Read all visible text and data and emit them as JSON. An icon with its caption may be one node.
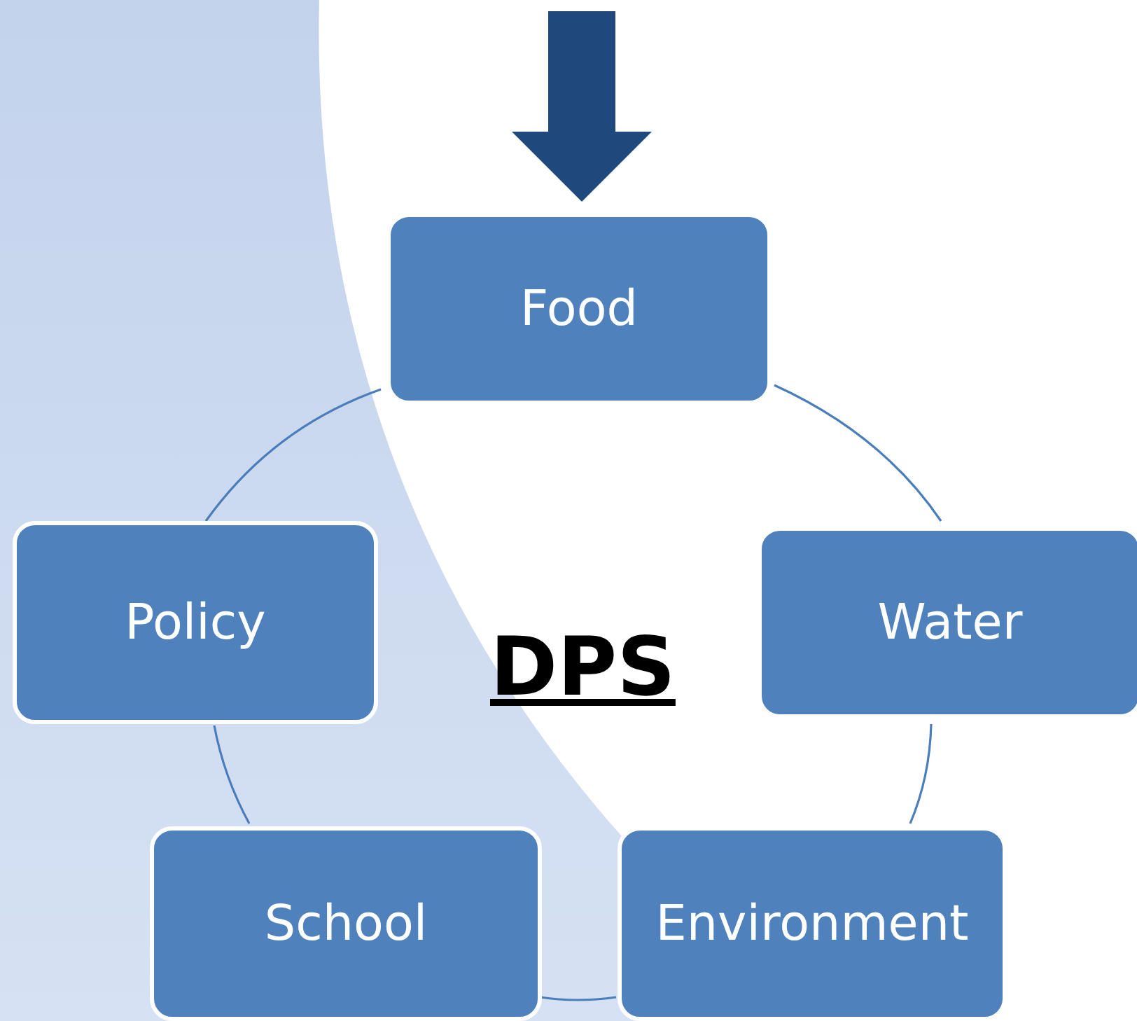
{
  "diagram": {
    "nodes": [
      {
        "text": [
          "Food"
        ]
      },
      {
        "text": [
          "Water"
        ]
      },
      {
        "text": [
          "Environment"
        ]
      },
      {
        "text": [
          "School"
        ]
      },
      {
        "text": [
          "Policy"
        ]
      }
    ],
    "edges": [
      {
        "from": null,
        "to": 0,
        "arrow": "to",
        "style": "thick",
        "color": "#1f497d"
      },
      {
        "from": 0,
        "to": 1,
        "arrow": "none"
      },
      {
        "from": 1,
        "to": 2,
        "arrow": "none"
      },
      {
        "from": 2,
        "to": 3,
        "arrow": "none"
      },
      {
        "from": 3,
        "to": 4,
        "arrow": "none"
      },
      {
        "from": 4,
        "to": 0,
        "arrow": "none"
      }
    ],
    "labels": [
      "DPS"
    ]
  }
}
